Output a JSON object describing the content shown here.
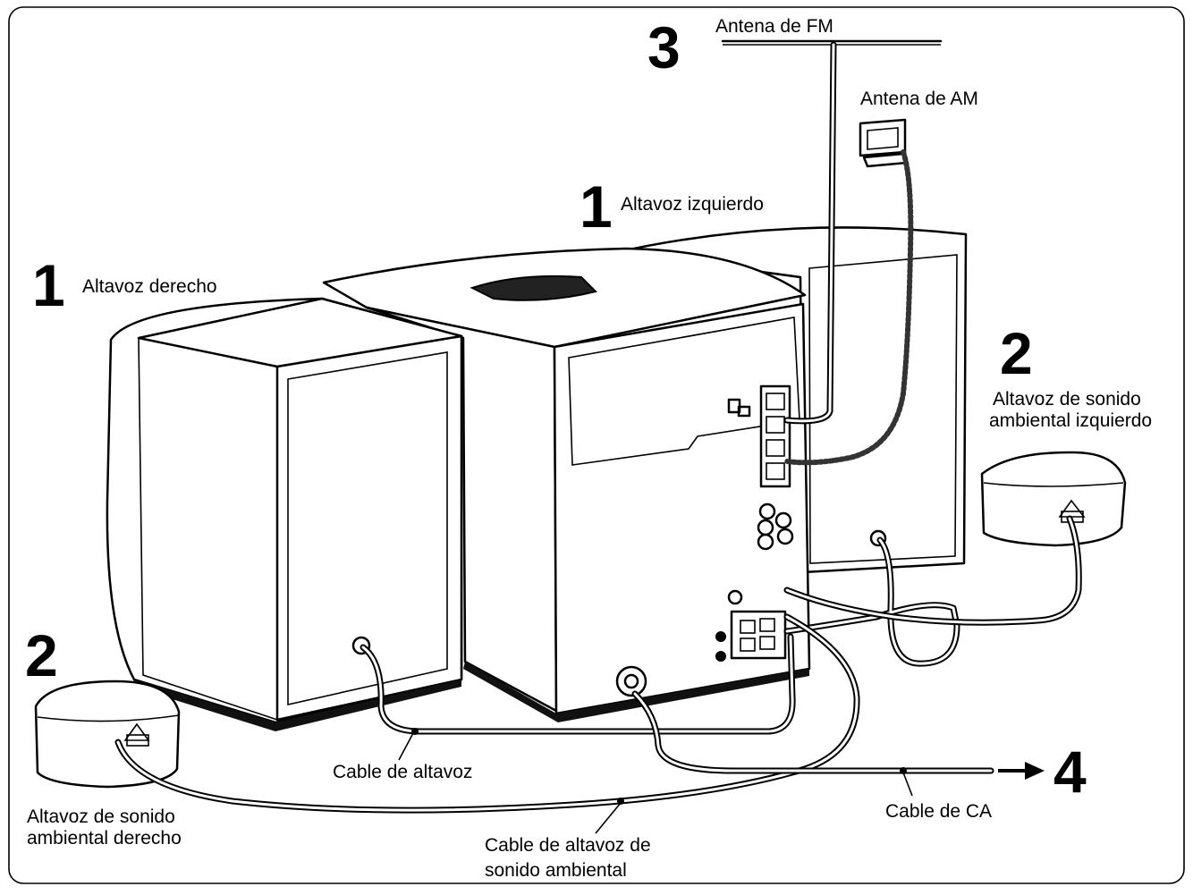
{
  "labels": {
    "fm_antenna": "Antena de FM",
    "am_antenna": "Antena de AM",
    "left_speaker": "Altavoz izquierdo",
    "right_speaker": "Altavoz derecho",
    "surround_left_line1": "Altavoz de sonido",
    "surround_left_line2": "ambiental izquierdo",
    "surround_right_line1": "Altavoz de sonido",
    "surround_right_line2": "ambiental derecho",
    "speaker_cable": "Cable de altavoz",
    "surround_cable_line1": "Cable de altavoz de",
    "surround_cable_line2": "sonido ambiental",
    "ac_cable": "Cable de CA"
  },
  "steps": {
    "speaker_left": "1",
    "speaker_right": "1",
    "surround_left": "2",
    "surround_right": "2",
    "antennas": "3",
    "power": "4"
  },
  "icons": {
    "arrow": "arrow-right-icon",
    "am_loop": "am-loop-antenna-icon"
  }
}
